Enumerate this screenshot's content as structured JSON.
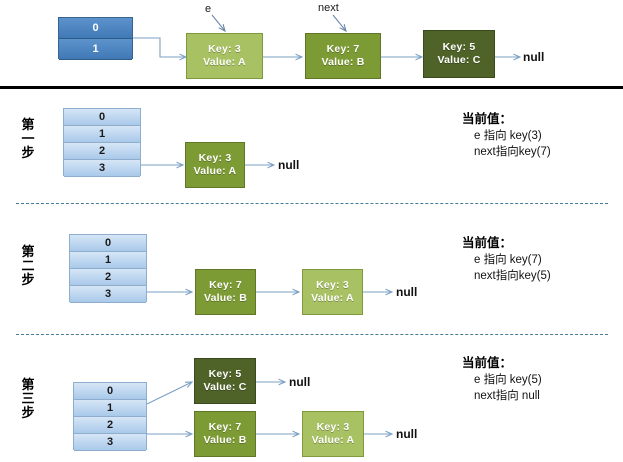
{
  "diagram": {
    "title": "HashMap rehash / transfer linked list illustration",
    "colors": {
      "node_light": "#a7c163",
      "node_mid": "#7d9b34",
      "node_dark": "#4f6228",
      "bucket_top": "#4a82bd",
      "bucket_step": "#bdd7ee",
      "arrow": "#7ba0c4",
      "separator_solid": "#000000",
      "separator_dashed": "#4a7a96"
    },
    "null_label": "null"
  },
  "top_section": {
    "bucket_array": {
      "name": "old-table",
      "cells": [
        "0",
        "1"
      ]
    },
    "pointer_labels": [
      {
        "name": "e",
        "text": "e"
      },
      {
        "name": "next",
        "text": "next"
      }
    ],
    "nodes": [
      {
        "key_line": "Key: 3",
        "value_line": "Value: A",
        "tone": "tone-light"
      },
      {
        "key_line": "Key: 7",
        "value_line": "Value: B",
        "tone": "tone-mid"
      },
      {
        "key_line": "Key: 5",
        "value_line": "Value: C",
        "tone": "tone-dark"
      }
    ],
    "terminator": "null"
  },
  "steps": [
    {
      "caption_chars": [
        "第",
        "一",
        "步"
      ],
      "caption_text": "第一步",
      "bucket_array": {
        "cells": [
          "0",
          "1",
          "2",
          "3"
        ]
      },
      "chains": [
        {
          "from_index": "3",
          "nodes": [
            {
              "key_line": "Key: 3",
              "value_line": "Value: A",
              "tone": "tone-mid"
            }
          ],
          "terminator": "null"
        }
      ],
      "notes": {
        "title": "当前值：",
        "lines": [
          "e 指向 key(3)",
          "next指向key(7)"
        ]
      }
    },
    {
      "caption_chars": [
        "第",
        "二",
        "步"
      ],
      "caption_text": "第二步",
      "bucket_array": {
        "cells": [
          "0",
          "1",
          "2",
          "3"
        ]
      },
      "chains": [
        {
          "from_index": "3",
          "nodes": [
            {
              "key_line": "Key: 7",
              "value_line": "Value: B",
              "tone": "tone-mid"
            },
            {
              "key_line": "Key: 3",
              "value_line": "Value: A",
              "tone": "tone-light"
            }
          ],
          "terminator": "null"
        }
      ],
      "notes": {
        "title": "当前值：",
        "lines": [
          "e 指向 key(7)",
          "next指向key(5)"
        ]
      }
    },
    {
      "caption_chars": [
        "第",
        "三",
        "步"
      ],
      "caption_text": "第三步",
      "bucket_array": {
        "cells": [
          "0",
          "1",
          "2",
          "3"
        ]
      },
      "chains": [
        {
          "from_index": "1",
          "nodes": [
            {
              "key_line": "Key: 5",
              "value_line": "Value: C",
              "tone": "tone-dark"
            }
          ],
          "terminator": "null"
        },
        {
          "from_index": "3",
          "nodes": [
            {
              "key_line": "Key: 7",
              "value_line": "Value: B",
              "tone": "tone-mid"
            },
            {
              "key_line": "Key: 3",
              "value_line": "Value: A",
              "tone": "tone-light"
            }
          ],
          "terminator": "null"
        }
      ],
      "notes": {
        "title": "当前值：",
        "lines": [
          "e 指向 key(5)",
          "next指向 null"
        ]
      }
    }
  ]
}
